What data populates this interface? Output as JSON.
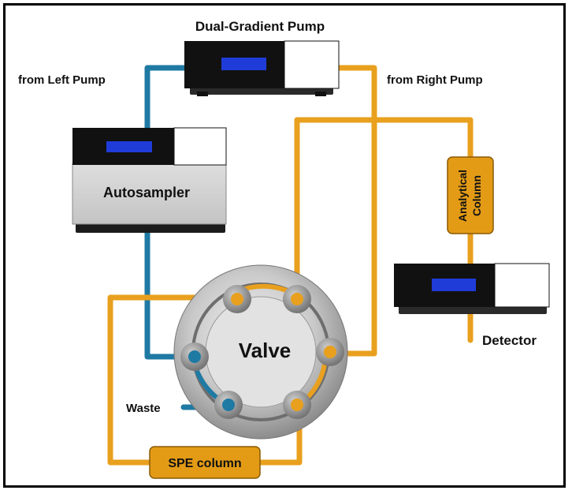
{
  "labels": {
    "pump": "Dual-Gradient Pump",
    "left_pump": "from Left Pump",
    "right_pump": "from Right Pump",
    "autosampler": "Autosampler",
    "analytical_line1": "Analytical",
    "analytical_line2": "Column",
    "detector": "Detector",
    "valve": "Valve",
    "waste": "Waste",
    "spe": "SPE column"
  },
  "colors": {
    "orange_tube": "#e8a01e",
    "blue_tube": "#1f7aa3",
    "display_blue": "#1f3cd8",
    "instrument_black": "#111111",
    "column_fill": "#e39b16"
  }
}
